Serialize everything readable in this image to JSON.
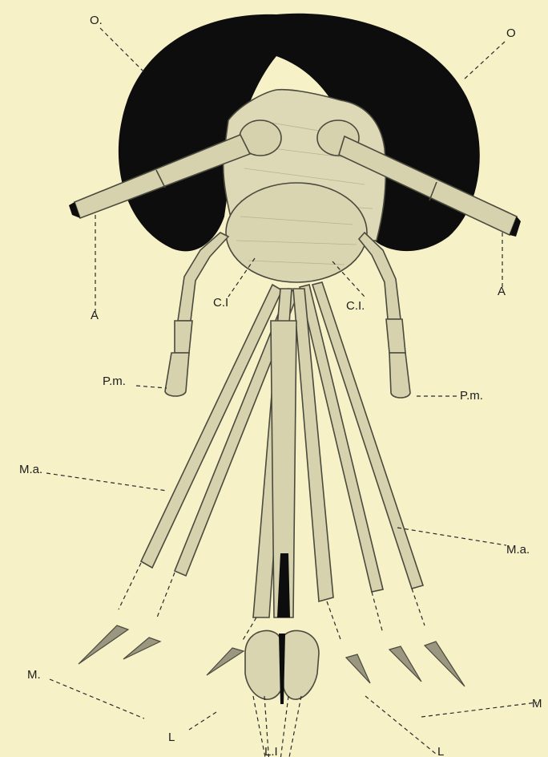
{
  "labels": {
    "ocellus_left": "O.",
    "ocellus_right": "O",
    "antenna_left": "A",
    "antenna_right": "A",
    "clypeus_left": "C.I",
    "clypeus_right": "C.I.",
    "palp_left": "P.m.",
    "palp_right": "P.m.",
    "maxilla_left": "M.a.",
    "maxilla_right": "M.a.",
    "mandible_left": "M.",
    "mandible_right": "M",
    "labrum_left": "L",
    "labrum_right": "L",
    "labium": "L.I"
  },
  "colors": {
    "background": "#f6f1c7",
    "eyes": "#0d0d0d",
    "head": "#ddd9b6",
    "appendage": "#d6d2ae",
    "outline": "#4a4a3e",
    "tips": "#9a9680"
  }
}
